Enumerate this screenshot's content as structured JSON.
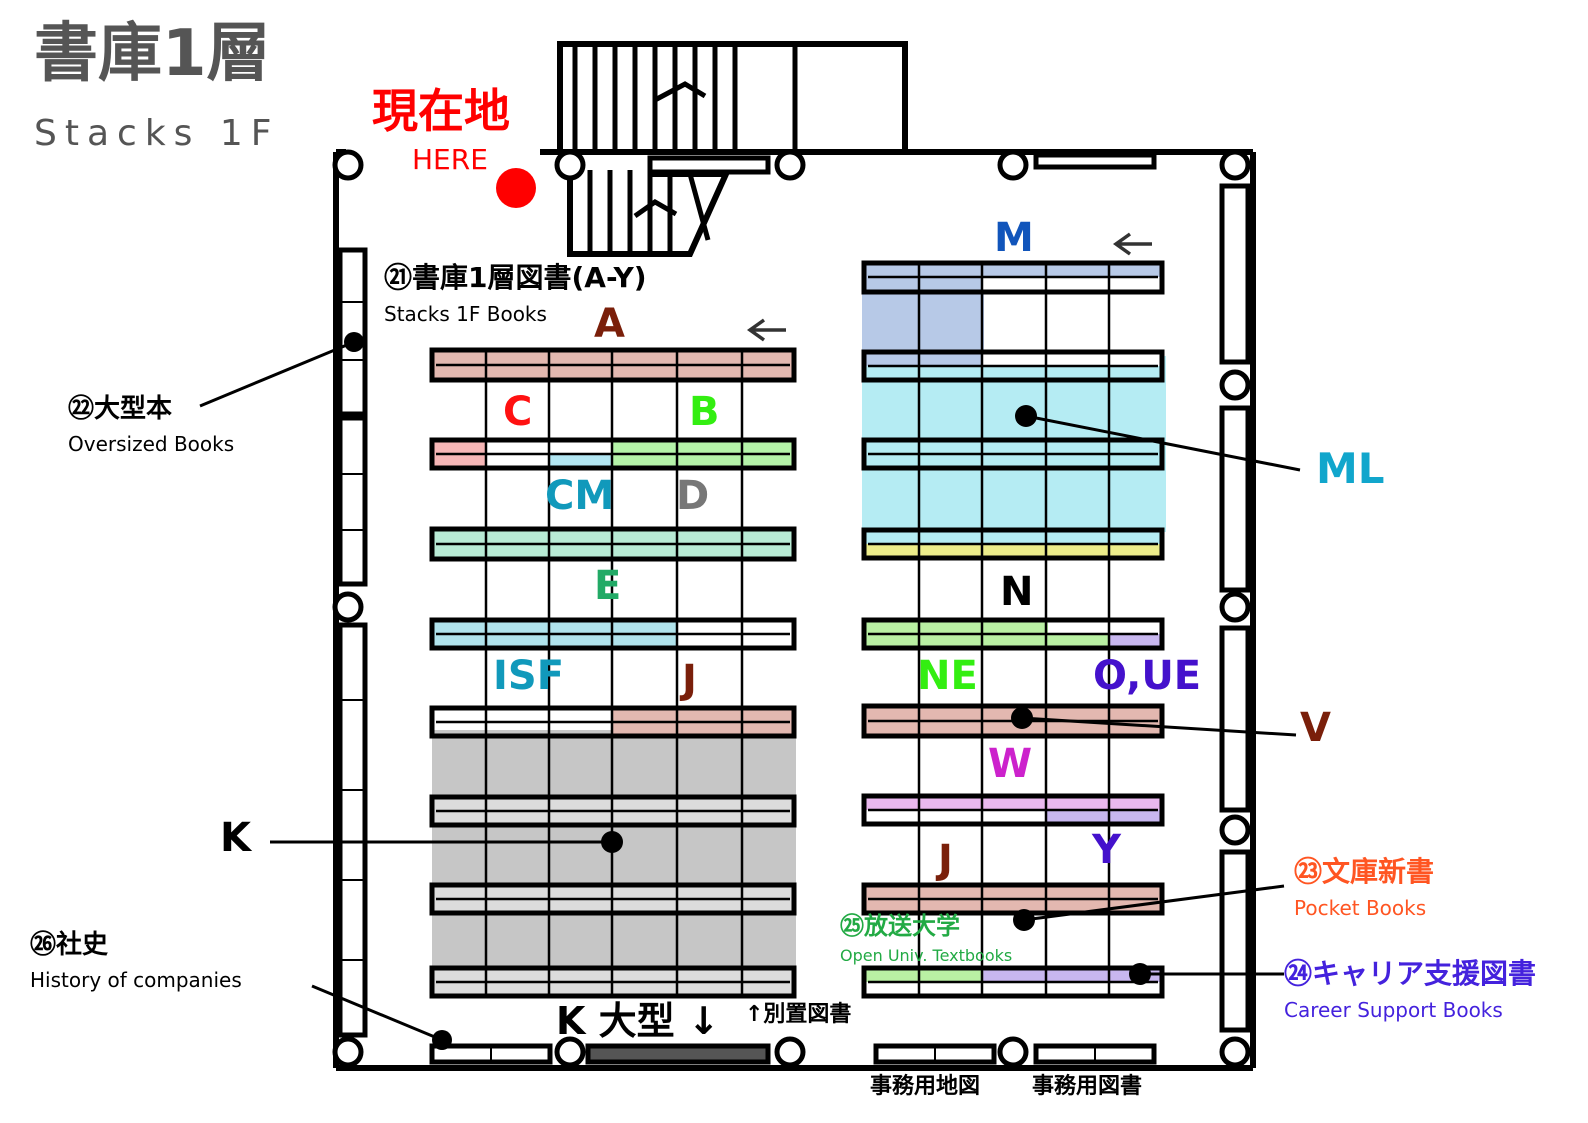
{
  "header": {
    "title_ja": "書庫1層",
    "title_en": "Stacks 1F",
    "here_ja": "現在地",
    "here_en": "HERE"
  },
  "colors": {
    "here": "#ff0000",
    "A": "#7a1f0a",
    "B": "#33ee11",
    "C": "#ff1111",
    "CM": "#1199bb",
    "D": "#777777",
    "E": "#22aa66",
    "ISF": "#1199bb",
    "J": "#7a1f0a",
    "K": "#000000",
    "M": "#1155bb",
    "ML": "#11a6cc",
    "N": "#000000",
    "NE": "#33ee11",
    "OUE": "#4411cc",
    "V": "#7a1f0a",
    "W": "#cc22cc",
    "Y": "#4411cc",
    "pocket": "#ff5522",
    "open_univ": "#22aa44",
    "career": "#4422dd"
  },
  "shelf_labels": {
    "A": "A",
    "B": "B",
    "C": "C",
    "CM": "CM",
    "D": "D",
    "E": "E",
    "ISF": "ISF",
    "J_left": "J",
    "K": "K",
    "M": "M",
    "ML": "ML",
    "N": "N",
    "NE": "NE",
    "OUE": "O,UE",
    "V": "V",
    "W": "W",
    "Y": "Y",
    "J_right": "J"
  },
  "areas": {
    "stacks_books": {
      "num": "㉑",
      "ja": "書庫1層図書(A-Y)",
      "en": "Stacks 1F Books"
    },
    "oversized": {
      "num": "㉒",
      "ja": "大型本",
      "en": "Oversized Books"
    },
    "pocket": {
      "num": "㉓",
      "ja": "文庫新書",
      "en": "Pocket Books"
    },
    "career": {
      "num": "㉔",
      "ja": "キャリア支援図書",
      "en": "Career Support Books"
    },
    "open_univ": {
      "num": "㉕",
      "ja": "放送大学",
      "en": "Open Univ. Textbooks"
    },
    "company_history": {
      "num": "㉖",
      "ja": "社史",
      "en": "History of companies"
    }
  },
  "bottom": {
    "k_large": "K 大型 ↓",
    "separate": "↑別置図書",
    "office_maps": "事務用地図",
    "office_books": "事務用図書"
  },
  "icons": {
    "arrow_a": "left-arrow-icon",
    "arrow_m": "left-arrow-icon",
    "here": "current-location-marker"
  }
}
